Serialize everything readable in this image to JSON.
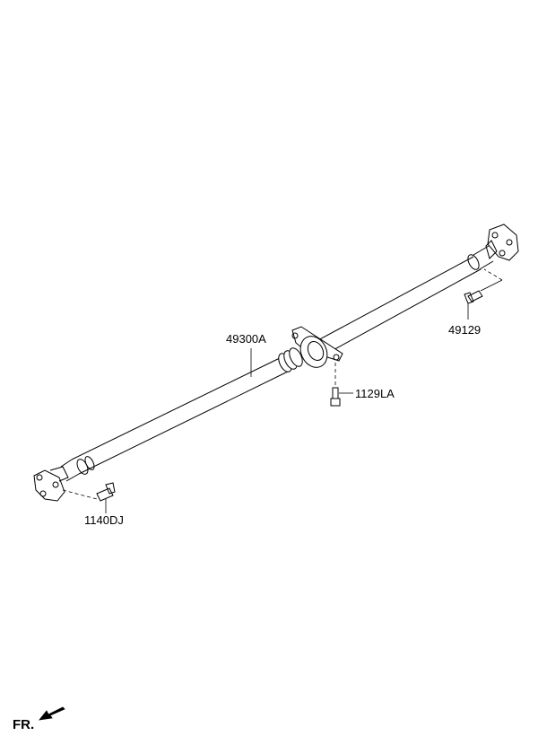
{
  "diagram": {
    "labels": {
      "propeller_shaft": "49300A",
      "flange_bolt_rear": "49129",
      "center_bearing_bolt": "1129LA",
      "flange_bolt_front": "1140DJ",
      "front_indicator": "FR."
    },
    "icons": {
      "front_direction": "arrow-down-left-icon"
    }
  }
}
